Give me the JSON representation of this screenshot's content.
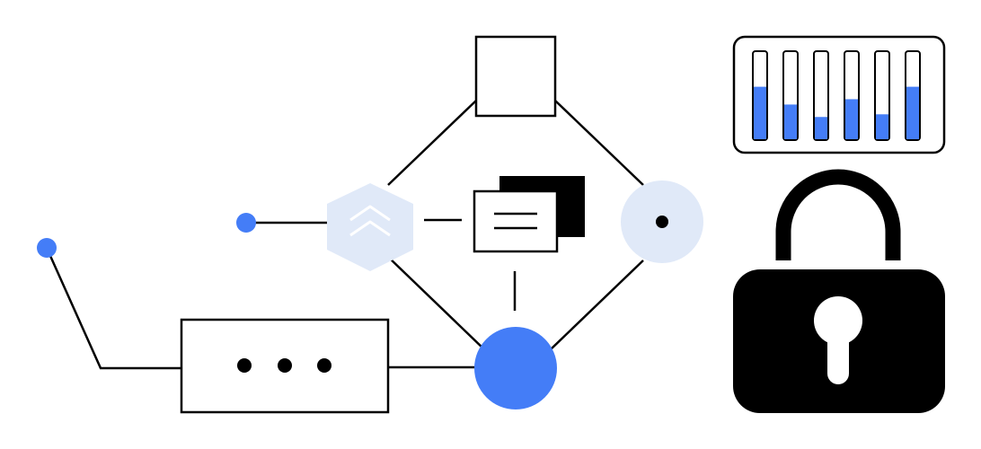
{
  "colors": {
    "accent": "#447DF7",
    "accent_light": "#E0E9F8",
    "stroke": "#000000",
    "fill_white": "#FFFFFF",
    "fill_black": "#000000"
  },
  "nodes": {
    "top_node": {
      "icon": "square-node-icon"
    },
    "hexagon_node": {
      "icon": "chevrons-up-icon"
    },
    "document_node": {
      "icon": "document-stack-icon"
    },
    "dot_circle_node": {
      "icon": "dot-circle-icon"
    },
    "hub_node": {
      "icon": "blue-circle-icon"
    },
    "ellipsis_box": {
      "icon": "ellipsis-icon"
    },
    "left_terminal": {
      "icon": "blue-dot-icon"
    },
    "far_left_terminal": {
      "icon": "blue-dot-icon"
    }
  },
  "equalizer_panel": {
    "icon": "equalizer-icon",
    "bar_levels": [
      0.6,
      0.4,
      0.26,
      0.46,
      0.29,
      0.6
    ]
  },
  "padlock": {
    "icon": "padlock-icon"
  }
}
